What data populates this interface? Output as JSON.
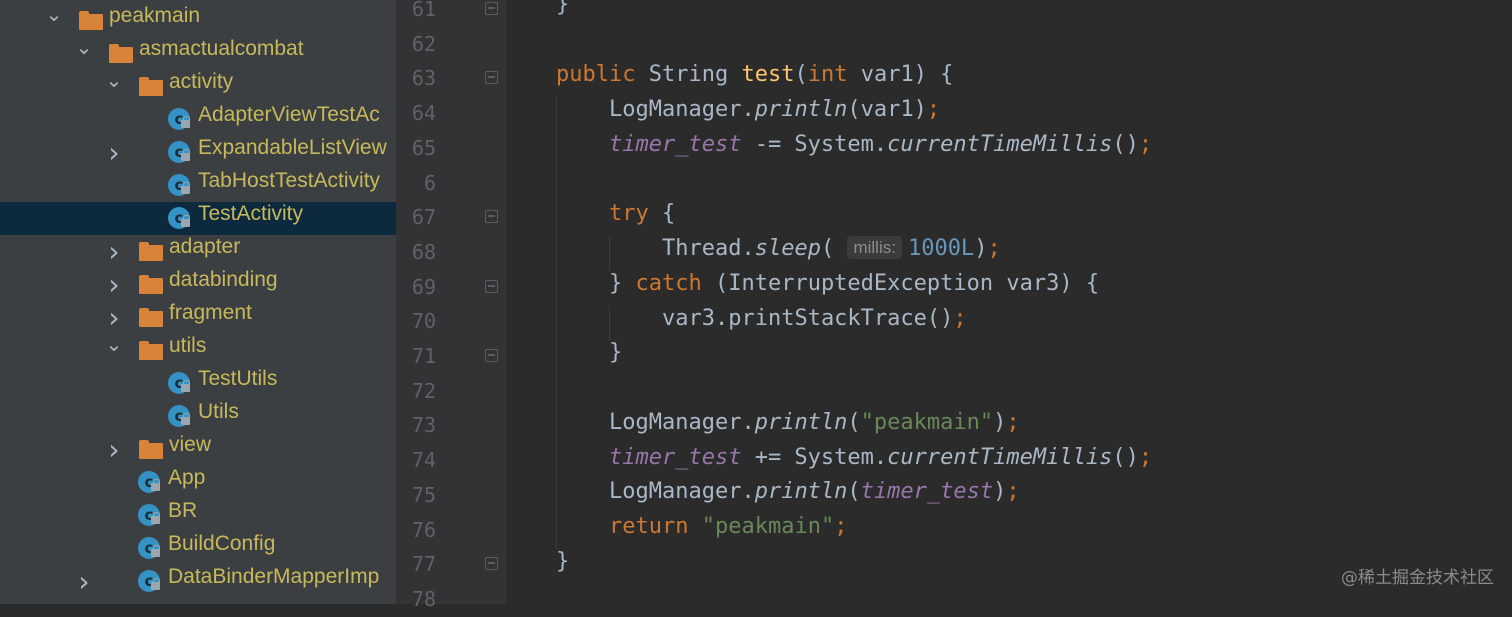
{
  "project_tree": [
    {
      "label": "peakmain",
      "type": "folder",
      "expanded": true
    },
    {
      "label": "asmactualcombat",
      "type": "folder",
      "expanded": true
    },
    {
      "label": "activity",
      "type": "folder",
      "expanded": true
    },
    {
      "label": "AdapterViewTestAc",
      "type": "class"
    },
    {
      "label": "ExpandableListView",
      "type": "class",
      "has_children": true
    },
    {
      "label": "TabHostTestActivity",
      "type": "class"
    },
    {
      "label": "TestActivity",
      "type": "class",
      "selected": true
    },
    {
      "label": "adapter",
      "type": "folder",
      "expanded": false
    },
    {
      "label": "databinding",
      "type": "folder",
      "expanded": false
    },
    {
      "label": "fragment",
      "type": "folder",
      "expanded": false
    },
    {
      "label": "utils",
      "type": "folder",
      "expanded": true
    },
    {
      "label": "TestUtils",
      "type": "class"
    },
    {
      "label": "Utils",
      "type": "class"
    },
    {
      "label": "view",
      "type": "folder",
      "expanded": false
    },
    {
      "label": "App",
      "type": "class"
    },
    {
      "label": "BR",
      "type": "class"
    },
    {
      "label": "BuildConfig",
      "type": "class"
    },
    {
      "label": "DataBinderMapperImp",
      "type": "class",
      "has_children": true
    }
  ],
  "editor": {
    "line_numbers": [
      "61",
      "62",
      "63",
      "64",
      "65",
      "6",
      "67",
      "68",
      "69",
      "70",
      "71",
      "72",
      "73",
      "74",
      "75",
      "76",
      "77",
      "78"
    ],
    "lines": {
      "l61": {
        "brace": "}"
      },
      "l63": {
        "kw_public": "public",
        "type": "String",
        "name": "test",
        "open": "(",
        "kw_int": "int",
        "param": "var1",
        "close": ") {"
      },
      "l64": {
        "cls": "LogManager.",
        "method": "println",
        "args": "(var1)",
        "semi": ";"
      },
      "l65": {
        "field": "timer_test",
        "op": " -= System.",
        "method": "currentTimeMillis",
        "args": "()",
        "semi": ";"
      },
      "l67": {
        "kw": "try",
        "rest": " {"
      },
      "l68": {
        "cls": "Thread.",
        "method": "sleep",
        "open": "( ",
        "hint": "millis:",
        "num": "1000L",
        "close": ")",
        "semi": ";"
      },
      "l69": {
        "open": "} ",
        "kw": "catch",
        "rest": " (InterruptedException var3) {"
      },
      "l70": {
        "code": "var3.printStackTrace()",
        "semi": ";"
      },
      "l71": {
        "brace": "}"
      },
      "l73": {
        "cls": "LogManager.",
        "method": "println",
        "open": "(",
        "str": "\"peakmain\"",
        "close": ")",
        "semi": ";"
      },
      "l74": {
        "field": "timer_test",
        "op": " += System.",
        "method": "currentTimeMillis",
        "args": "()",
        "semi": ";"
      },
      "l75": {
        "cls": "LogManager.",
        "method": "println",
        "open": "(",
        "field": "timer_test",
        "close": ")",
        "semi": ";"
      },
      "l76": {
        "kw": "return",
        "space": " ",
        "str": "\"peakmain\"",
        "semi": ";"
      },
      "l77": {
        "brace": "}"
      }
    }
  },
  "watermark": "@稀土掘金技术社区",
  "colors": {
    "keyword": "#cc7832",
    "method_decl": "#ffc66d",
    "field": "#9876aa",
    "number": "#6897bb",
    "string": "#6a8759",
    "tree_label": "#c7b95b",
    "selection": "#0d293e"
  }
}
